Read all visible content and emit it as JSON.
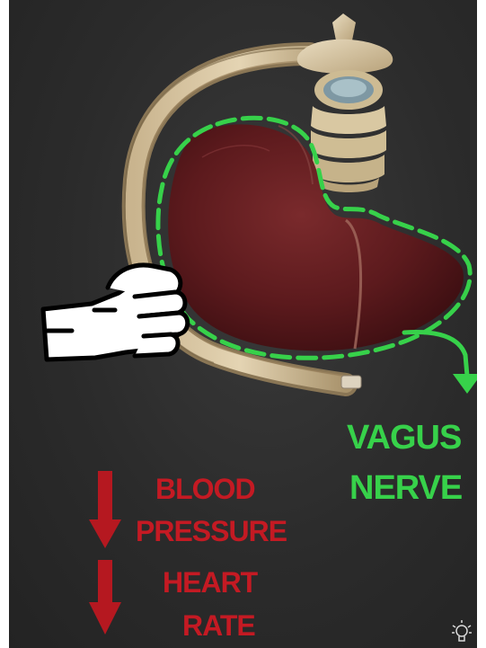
{
  "vagus": {
    "line1": "VAGUS",
    "line2": "NERVE",
    "color": "#37d14a"
  },
  "effects": [
    {
      "line1": "BLOOD",
      "line2": "PRESSURE",
      "direction": "down"
    },
    {
      "line1": "HEART",
      "line2": "RATE",
      "direction": "down"
    }
  ],
  "effect_color": "#c41a23",
  "icons": [
    "fist-icon",
    "down-arrow-icon",
    "lightbulb-icon"
  ]
}
